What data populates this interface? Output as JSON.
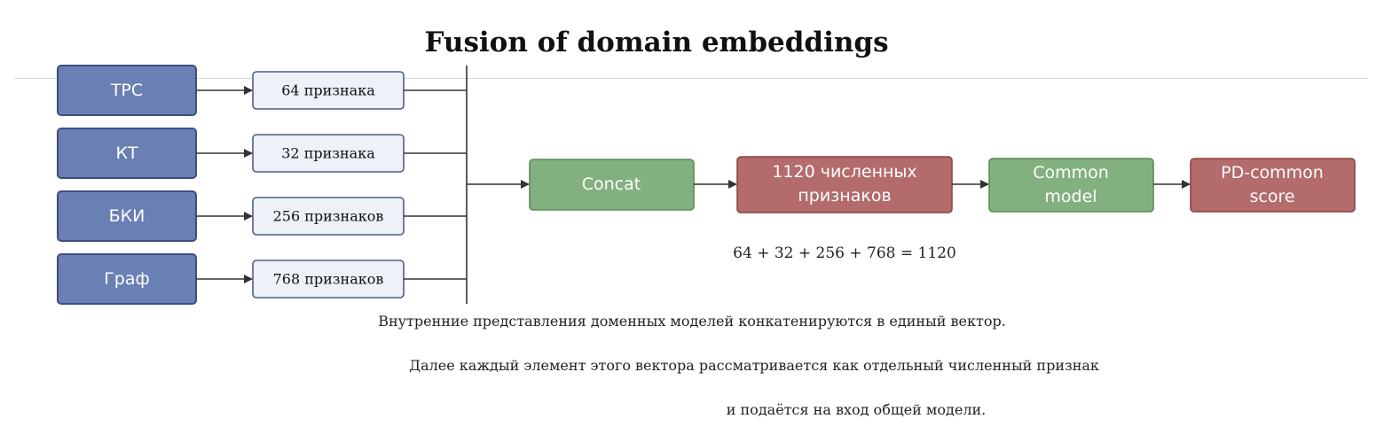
{
  "title": "Fusion of domain embeddings",
  "sources": [
    {
      "label": "TPC",
      "features": "64 признака"
    },
    {
      "label": "КТ",
      "features": "32 признака"
    },
    {
      "label": "БКИ",
      "features": "256 признаков"
    },
    {
      "label": "Граф",
      "features": "768 признаков"
    }
  ],
  "pipeline": {
    "concat": "Concat",
    "numeric_line1": "1120 численных",
    "numeric_line2": "признаков",
    "model_line1": "Common",
    "model_line2": "model",
    "score_line1": "PD-common",
    "score_line2": "score"
  },
  "formula": "64 + 32 + 256 + 768 = 1120",
  "captions": [
    "Внутренние представления доменных моделей конкатенируются в единый вектор.",
    "Далее каждый элемент этого вектора рассматривается как отдельный численный признак",
    "и подаётся на вход общей модели."
  ],
  "colors": {
    "source": "#6a7fb4",
    "feature": "#eef1f8",
    "green": "#82b07f",
    "red": "#b46b6b"
  }
}
